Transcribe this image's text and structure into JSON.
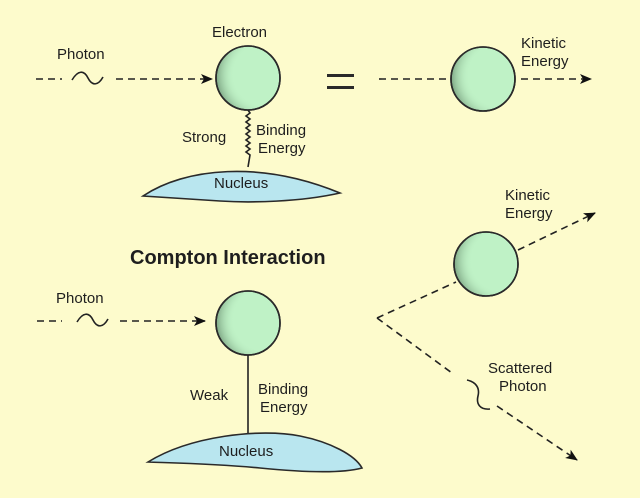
{
  "diagram": {
    "title": "Compton Interaction",
    "colors": {
      "background": "#fdfbcc",
      "electron": "#bff2c6",
      "nucleus": "#b9e6ef",
      "ink": "#1e1e1e"
    },
    "top_panel": {
      "photon_label": "Photon",
      "electron_label": "Electron",
      "binding_strength": "Strong",
      "binding_label_line1": "Binding",
      "binding_label_line2": "Energy",
      "nucleus_label": "Nucleus",
      "equals_sign": "=",
      "result_label_line1": "Kinetic",
      "result_label_line2": "Energy"
    },
    "bottom_panel": {
      "photon_label": "Photon",
      "binding_strength": "Weak",
      "binding_label_line1": "Binding",
      "binding_label_line2": "Energy",
      "nucleus_label": "Nucleus",
      "electron_result_line1": "Kinetic",
      "electron_result_line2": "Energy",
      "scattered_line1": "Scattered",
      "scattered_line2": "Photon"
    }
  }
}
